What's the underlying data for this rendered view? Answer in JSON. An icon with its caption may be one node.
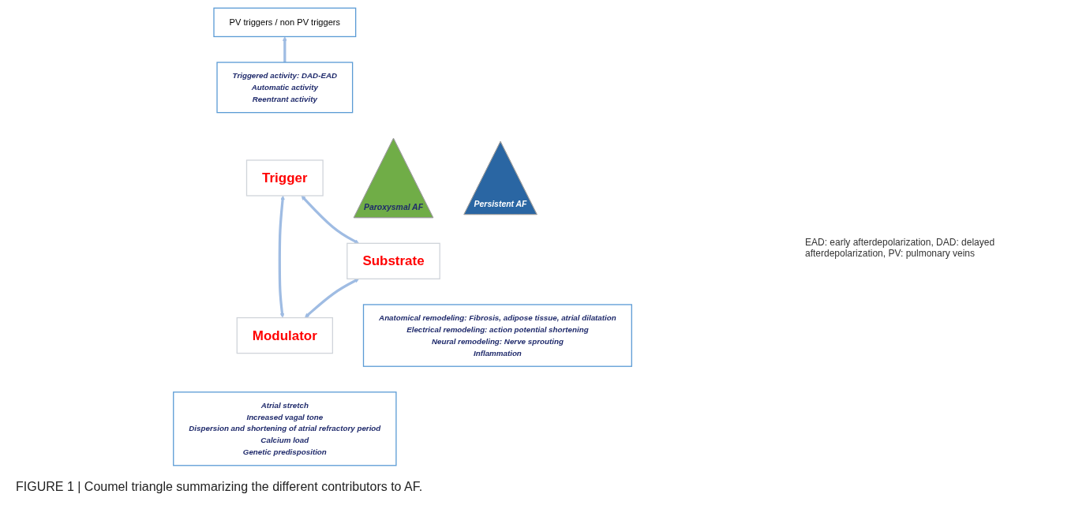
{
  "diagram": {
    "caption": "FIGURE 1 | Coumel triangle summarizing the different contributors to AF.",
    "nodes": [
      {
        "text": [
          "PV triggers / non PV triggers"
        ]
      },
      {
        "text": [
          "Triggered activity: DAD-EAD",
          "Automatic activity",
          "Reentrant activity"
        ]
      },
      {
        "text": [
          "Trigger"
        ]
      },
      {
        "text": [
          "Modulator"
        ]
      },
      {
        "text": [
          "Substrate"
        ]
      },
      {
        "text": [
          "Atrial stretch",
          "Increased vagal tone",
          "Dispersion and shortening of atrial refractory period",
          "Calcium load",
          "Genetic predisposition"
        ]
      },
      {
        "text": [
          "Anatomical remodeling: Fibrosis, adipose tissue, atrial dilatation",
          "Electrical remodeling: action potential shortening",
          "Neural remodeling: Nerve sprouting",
          "Inflammation"
        ]
      },
      {
        "text": [
          "Paroxysmal AF"
        ]
      },
      {
        "text": [
          "Persistent AF"
        ]
      }
    ],
    "edges": [
      {
        "from": 1,
        "to": 0,
        "arrow": "to"
      },
      {
        "from": 3,
        "to": 2,
        "arrow": "both"
      },
      {
        "from": 4,
        "to": 2,
        "arrow": "both"
      },
      {
        "from": 3,
        "to": 4,
        "arrow": "both"
      }
    ],
    "labels": [
      "EAD: early afterdepolarization, DAD: delayed afterdepolarization, PV: pulmonary veins"
    ]
  }
}
